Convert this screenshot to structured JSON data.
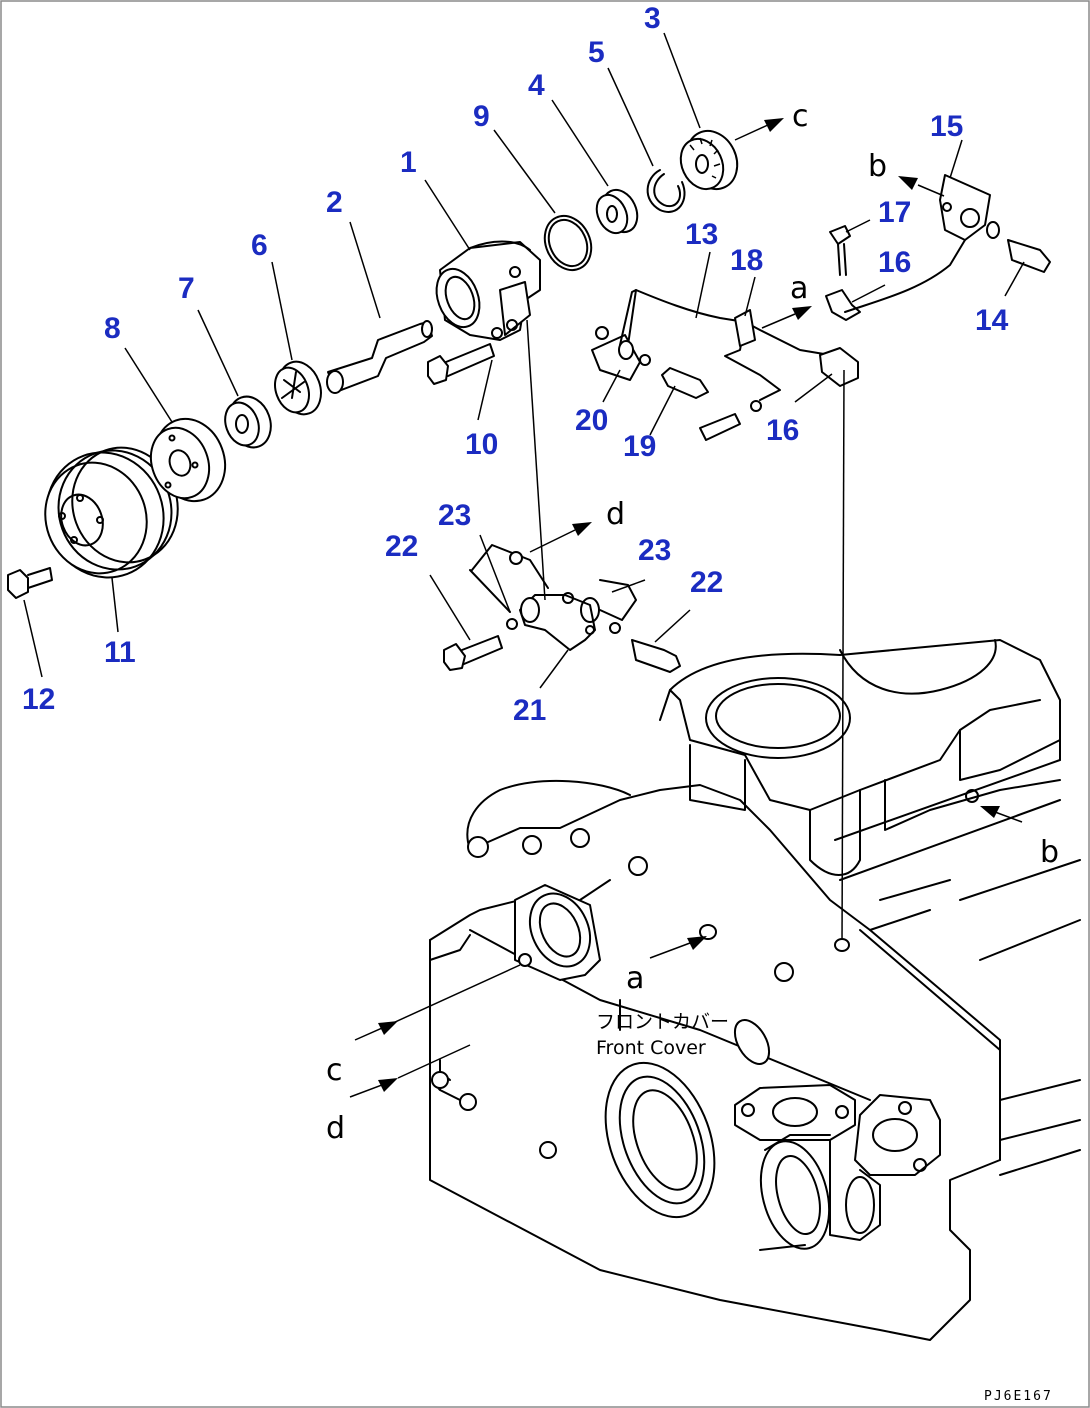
{
  "labels": {
    "p1": "1",
    "p2": "2",
    "p3": "3",
    "p4": "4",
    "p5": "5",
    "p6": "6",
    "p7": "7",
    "p8": "8",
    "p9": "9",
    "p10": "10",
    "p11": "11",
    "p12": "12",
    "p13": "13",
    "p14": "14",
    "p15": "15",
    "p16a": "16",
    "p16b": "16",
    "p17": "17",
    "p18": "18",
    "p19": "19",
    "p20": "20",
    "p21": "21",
    "p22a": "22",
    "p22b": "22",
    "p23a": "23",
    "p23b": "23"
  },
  "refs": {
    "a_top": "a",
    "a_bottom": "a",
    "b_top": "b",
    "b_right": "b",
    "c_top": "c",
    "c_left": "c",
    "d_mid": "d",
    "d_left": "d"
  },
  "front_cover_jp": "フロントカバー",
  "front_cover_en": "Front Cover",
  "drawing_code": "PJ6E167",
  "colors": {
    "part_number": "#1b2cc1",
    "line": "#000000",
    "frame": "#8a8a8a"
  }
}
